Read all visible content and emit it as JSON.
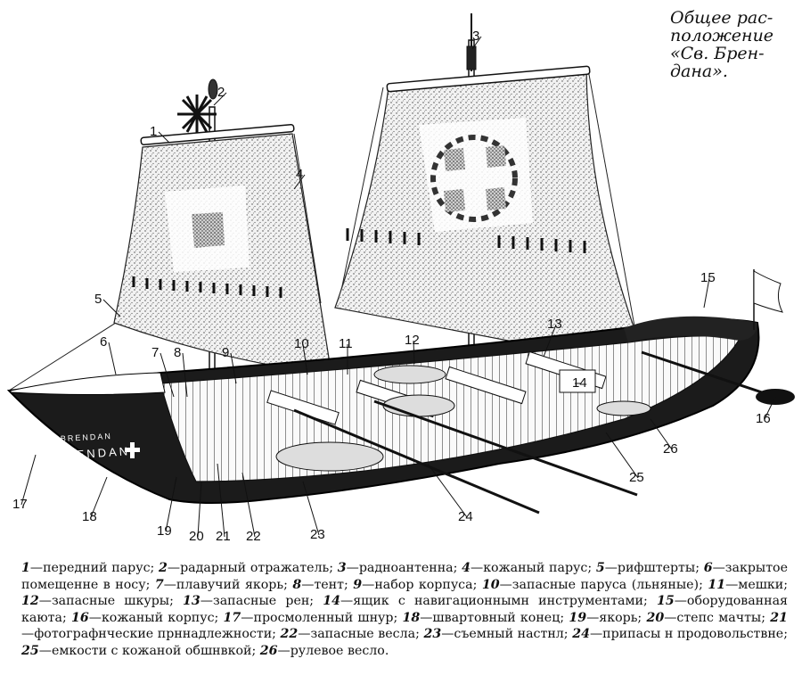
{
  "title_lines": [
    "Общее рас-",
    "положение",
    "«Св. Брен-",
    "дана»."
  ],
  "hull_text": {
    "small": "BRENDAN",
    "big": "BRENDAN"
  },
  "callouts": [
    "1",
    "2",
    "3",
    "4",
    "5",
    "6",
    "7",
    "8",
    "9",
    "10",
    "11",
    "12",
    "13",
    "14",
    "15",
    "16",
    "17",
    "18",
    "19",
    "20",
    "21",
    "22",
    "23",
    "24",
    "25",
    "26"
  ],
  "legend": [
    {
      "n": "1",
      "text": "передний парус"
    },
    {
      "n": "2",
      "text": "радарный отражатель"
    },
    {
      "n": "3",
      "text": "радноантенна"
    },
    {
      "n": "4",
      "text": "кожаный парус"
    },
    {
      "n": "5",
      "text": "рифштерты"
    },
    {
      "n": "6",
      "text": "закрытое помещенне в носу"
    },
    {
      "n": "7",
      "text": "плавучий якорь"
    },
    {
      "n": "8",
      "text": "тент"
    },
    {
      "n": "9",
      "text": "набор корпуса"
    },
    {
      "n": "10",
      "text": "запасные паруса (льняные)"
    },
    {
      "n": "11",
      "text": "мешки"
    },
    {
      "n": "12",
      "text": "запасные шкуры"
    },
    {
      "n": "13",
      "text": "запасные рен"
    },
    {
      "n": "14",
      "text": "ящик с навигационнымн инструментами"
    },
    {
      "n": "15",
      "text": "оборудованная каюта"
    },
    {
      "n": "16",
      "text": "кожаный корпус"
    },
    {
      "n": "17",
      "text": "просмоленный шнур"
    },
    {
      "n": "18",
      "text": "швартовный конец"
    },
    {
      "n": "19",
      "text": "якорь"
    },
    {
      "n": "20",
      "text": "степс мачты"
    },
    {
      "n": "21",
      "text": "фотографнческие прннадлежности"
    },
    {
      "n": "22",
      "text": "запасные весла"
    },
    {
      "n": "23",
      "text": "съемный настнл"
    },
    {
      "n": "24",
      "text": "припасы н продовольствне"
    },
    {
      "n": "25",
      "text": "емкости с кожаной обшнвкой"
    },
    {
      "n": "26",
      "text": "рулевое весло"
    }
  ],
  "legend_separator": "—",
  "legend_delimiter": "; ",
  "legend_end": "."
}
